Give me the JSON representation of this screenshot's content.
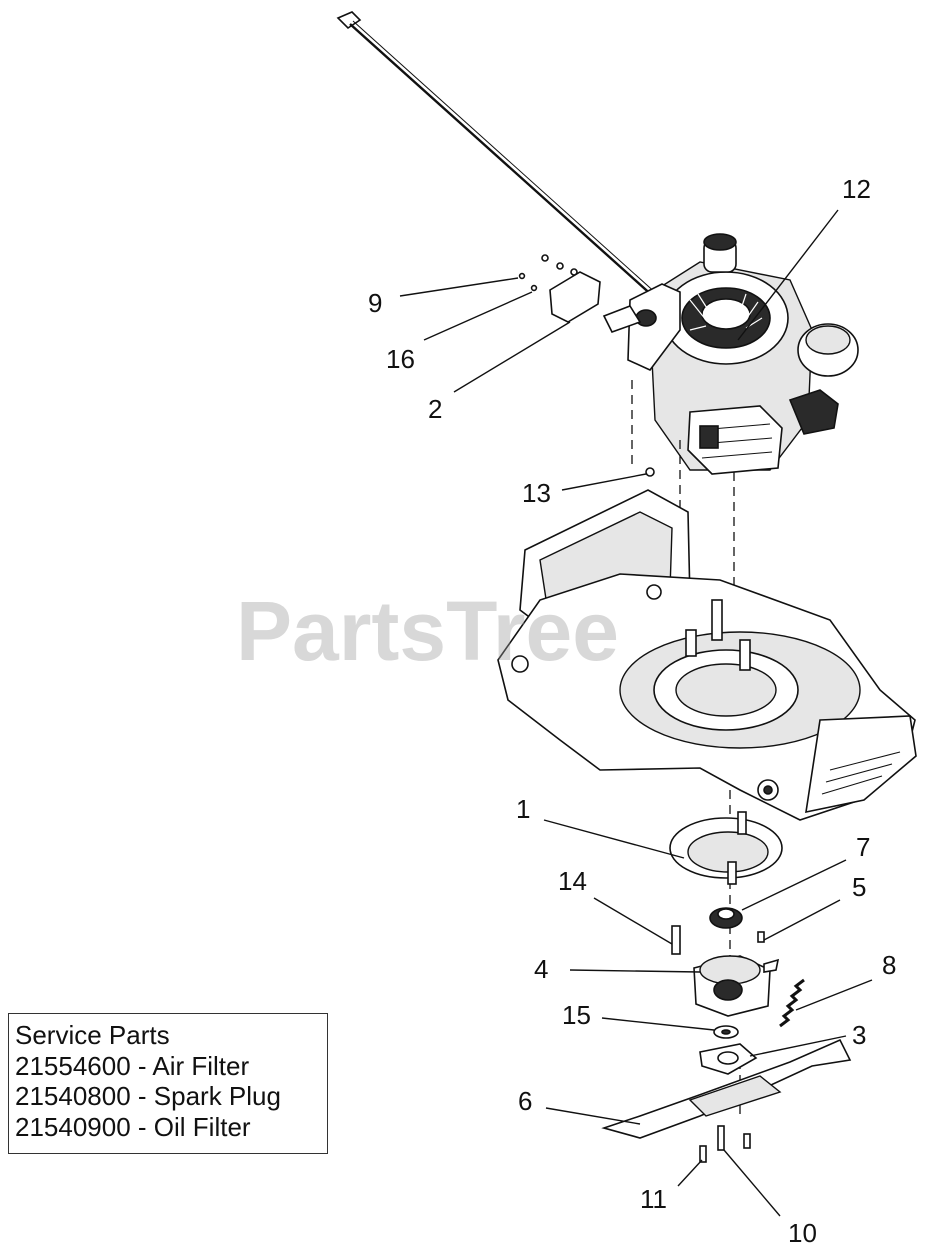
{
  "watermark": "PartsTree",
  "service_parts": {
    "title": "Service Parts",
    "items": [
      "21554600 - Air Filter",
      "21540800 - Spark Plug",
      "21540900 - Oil Filter"
    ]
  },
  "callouts": {
    "c1": "1",
    "c2": "2",
    "c3": "3",
    "c4": "4",
    "c5": "5",
    "c6": "6",
    "c7": "7",
    "c8": "8",
    "c9": "9",
    "c10": "10",
    "c11": "11",
    "c12": "12",
    "c13": "13",
    "c14": "14",
    "c15": "15",
    "c16": "16"
  }
}
